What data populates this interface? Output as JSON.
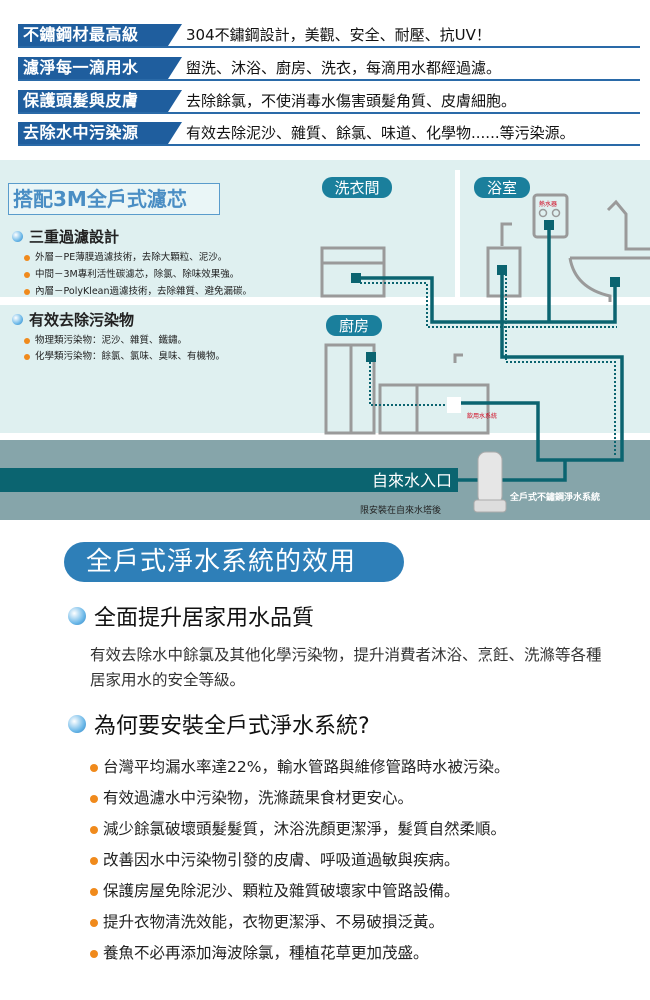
{
  "features": [
    {
      "label": "不鏽鋼材最高級",
      "text": "304不鏽鋼設計，美觀、安全、耐壓、抗UV！"
    },
    {
      "label": "濾淨每一滴用水",
      "text": "盥洗、沐浴、廚房、洗衣，每滴用水都經過濾。"
    },
    {
      "label": "保護頭髮與皮膚",
      "text": "去除餘氯，不使消毒水傷害頭髮角質、皮膚細胞。"
    },
    {
      "label": "去除水中污染源",
      "text": "有效去除泥沙、雜質、餘氯、味道、化學物......等污染源。"
    }
  ],
  "diagram": {
    "title": "搭配3M全戶式濾芯",
    "sections": [
      {
        "heading": "三重過濾設計",
        "items": [
          "外層－PE薄膜過濾技術，去除大顆粒、泥沙。",
          "中間－3M專利活性碳濾芯，除氯、除味效果強。",
          "內層－PolyKlean過濾技術，去除雜質、避免漏碳。"
        ]
      },
      {
        "heading": "有效去除污染物",
        "items": [
          "物理類污染物：泥沙、雜質、鐵鏽。",
          "化學類污染物：餘氯、氯味、臭味、有機物。"
        ]
      }
    ],
    "rooms": {
      "laundry": "洗衣間",
      "bathroom": "浴室",
      "kitchen": "廚房"
    },
    "heater": "熱水器",
    "drinking": "飲用水系統",
    "inlet": "自來水入口",
    "system": "全戶式不鏽鋼淨水系統",
    "note": "限安裝在自來水塔後",
    "colors": {
      "pipe": "#0b6470",
      "bg": "#dff0f0",
      "floor": "#86a5aa",
      "pill": "#1a7f9c"
    }
  },
  "benefits": {
    "title": "全戶式淨水系統的效用",
    "h1": "全面提升居家用水品質",
    "p1": "有效去除水中餘氯及其他化學污染物，提升消費者沐浴、烹飪、洗滌等各種居家用水的安全等級。",
    "h2": "為何要安裝全戶式淨水系統?",
    "items": [
      "台灣平均漏水率達22%，輸水管路與維修管路時水被污染。",
      "有效過濾水中污染物，洗滌蔬果食材更安心。",
      "減少餘氯破壞頭髮髮質，沐浴洗顏更潔淨，髮質自然柔順。",
      "改善因水中污染物引發的皮膚、呼吸道過敏與疾病。",
      "保護房屋免除泥沙、顆粒及雜質破壞家中管路設備。",
      "提升衣物清洗效能，衣物更潔淨、不易破損泛黃。",
      "養魚不必再添加海波除氯，種植花草更加茂盛。"
    ]
  }
}
